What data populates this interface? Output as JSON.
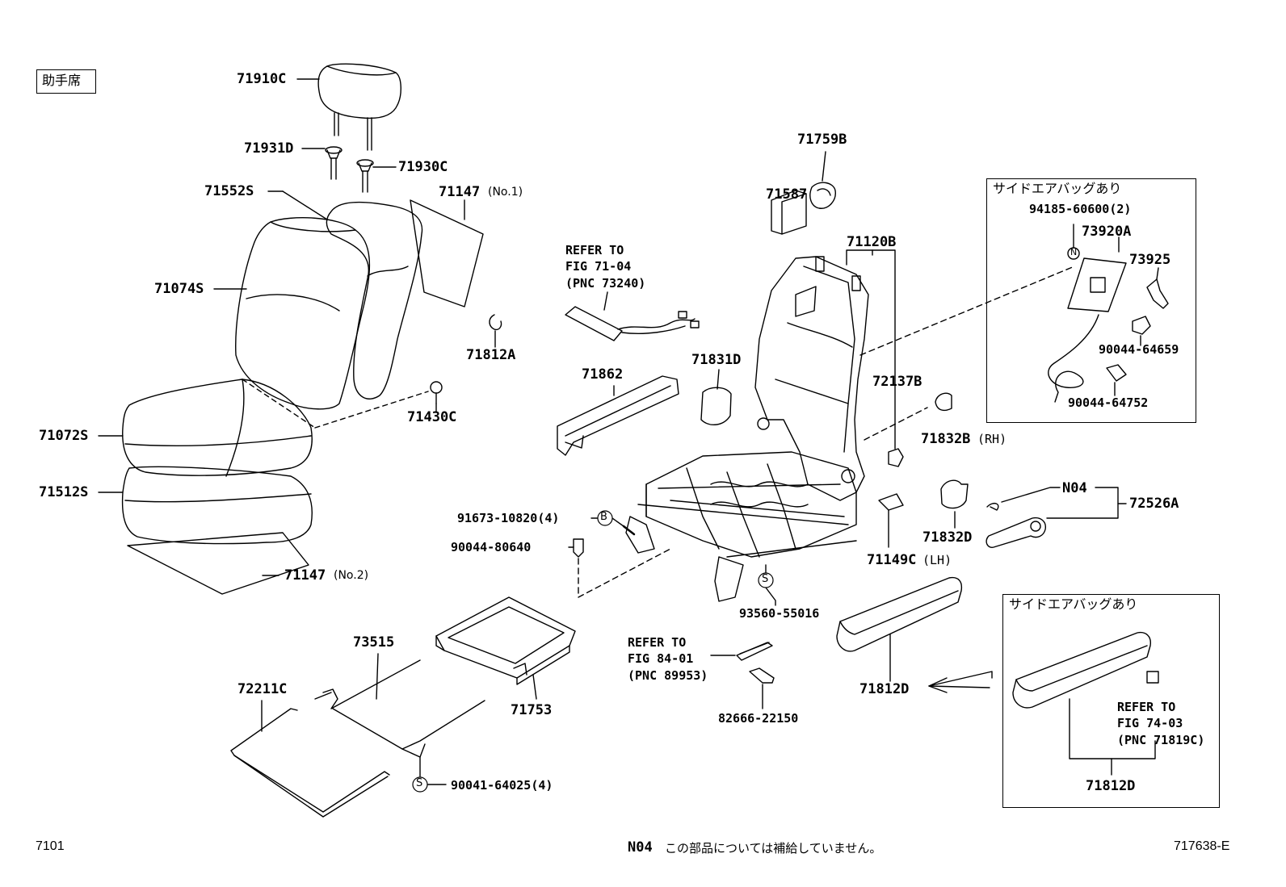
{
  "seat_label": "助手席",
  "side_airbag_label": "サイドエアバッグあり",
  "callouts": {
    "headrest": "71910C",
    "guide_lh": "71931D",
    "guide_rh": "71930C",
    "back_cover": "71552S",
    "pad_no1": "71147",
    "pad_no1_suffix": "(No.1)",
    "back_cushion": "71074S",
    "clip_71812a": "71812A",
    "cushion": "71072S",
    "hog_ring": "71430C",
    "cushion_cover": "71512S",
    "pad_no2": "71147",
    "pad_no2_suffix": "(No.2)",
    "cover_71587": "71587",
    "knob_71759b": "71759B",
    "frame_71120b": "71120B",
    "bracket_71862": "71862",
    "cover_71831d": "71831D",
    "bracket_72137b": "72137B",
    "cover_71832b": "71832B",
    "cover_71832b_suffix": "(RH)",
    "bolt_91673": "91673-10820(4)",
    "clip_90044_80640": "90044-80640",
    "cover_71832d": "71832D",
    "n04": "N04",
    "lever_72526a": "72526A",
    "cover_71149c": "71149C",
    "cover_71149c_suffix": "(LH)",
    "screw_93560": "93560-55016",
    "tray_73515": "73515",
    "wire_72211c": "72211C",
    "tray_71753": "71753",
    "clip_82666": "82666-22150",
    "shield_71812d": "71812D",
    "clip_90041": "90041-64025(4)",
    "inset_clip_94185": "94185-60600(2)",
    "inset_sensor_73920a": "73920A",
    "inset_clamp_73925": "73925",
    "inset_clip_64659": "90044-64659",
    "inset_clip_64752": "90044-64752",
    "inset_shield_71812d": "71812D"
  },
  "refs": {
    "ref1": [
      "REFER TO",
      "FIG 71-04",
      "(PNC 73240)"
    ],
    "ref2": [
      "REFER TO",
      "FIG 84-01",
      "(PNC 89953)"
    ],
    "ref3": [
      "REFER TO",
      "FIG 74-03",
      "(PNC 71819C)"
    ]
  },
  "markers": {
    "b": "B",
    "s": "S",
    "n": "N"
  },
  "footer": {
    "left_code": "7101",
    "note_code": "N04",
    "note_text": "この部品については補給していません。",
    "right_code": "717638-E"
  }
}
